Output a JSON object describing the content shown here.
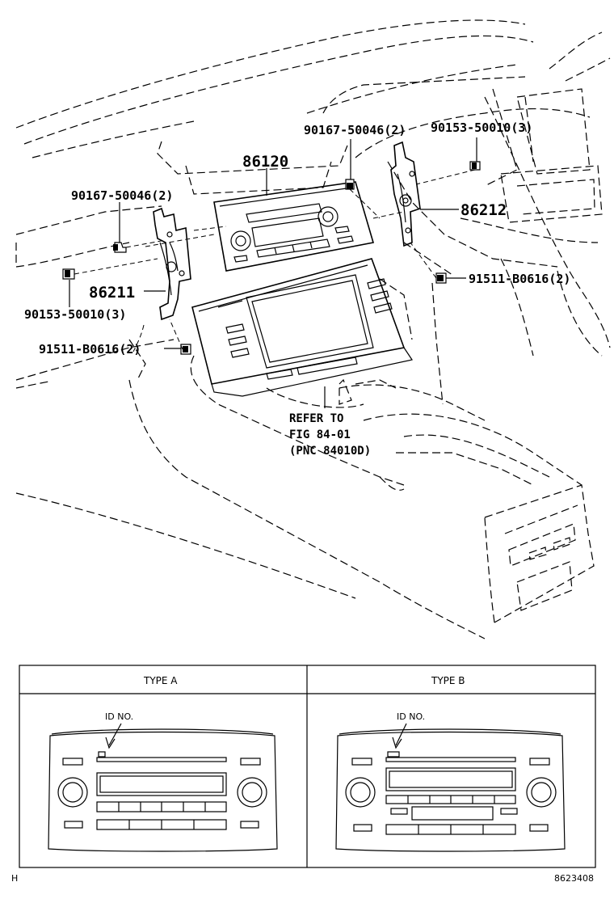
{
  "parts": {
    "p86120": "86120",
    "p86211": "86211",
    "p86212": "86212",
    "bolt_left_top": "90167-50046(2)",
    "bolt_center_top": "90167-50046(2)",
    "screw_right_top": "90153-50010(3)",
    "screw_left": "90153-50010(3)",
    "clip_right": "91511-B0616(2)",
    "clip_left": "91511-B0616(2)"
  },
  "refer": {
    "line1": "REFER TO",
    "line2": "FIG 84-01",
    "line3": "(PNC 84010D)"
  },
  "types": {
    "a_header": "TYPE  A",
    "b_header": "TYPE  B",
    "a_id": "ID NO.",
    "b_id": "ID NO."
  },
  "footer": {
    "left": "H",
    "right": "8623408"
  }
}
